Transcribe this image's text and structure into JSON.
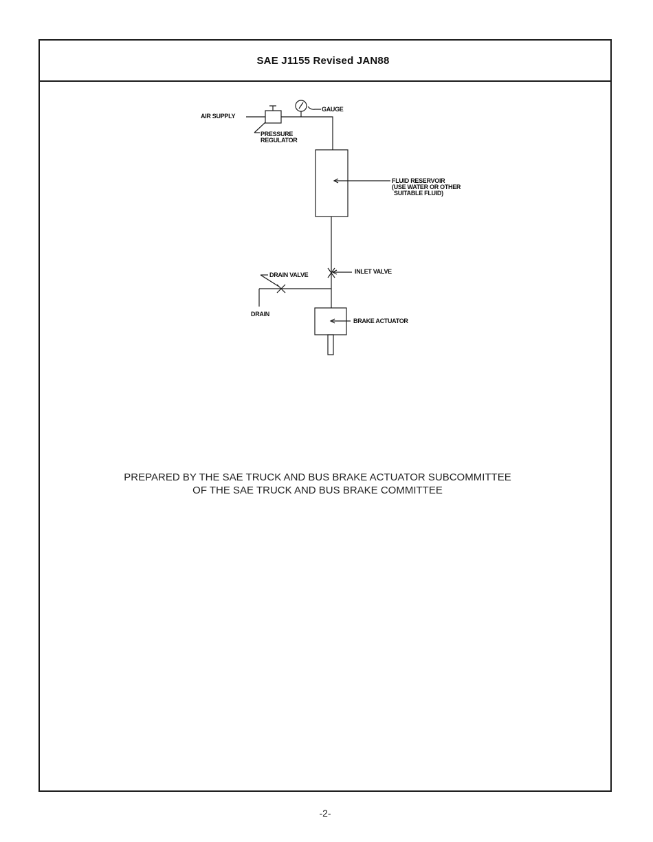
{
  "header": {
    "title": "SAE J1155 Revised JAN88"
  },
  "diagram": {
    "labels": {
      "air_supply": "AIR SUPPLY",
      "gauge": "GAUGE",
      "pressure_regulator_1": "PRESSURE",
      "pressure_regulator_2": "REGULATOR",
      "fluid_reservoir_1": "FLUID RESERVOIR",
      "fluid_reservoir_2": "(USE WATER OR OTHER",
      "fluid_reservoir_3": "SUITABLE FLUID)",
      "inlet_valve": "INLET VALVE",
      "drain_valve": "DRAIN VALVE",
      "drain": "DRAIN",
      "brake_actuator": "BRAKE ACTUATOR"
    }
  },
  "footer_note": {
    "line1": "PREPARED BY THE SAE TRUCK AND BUS BRAKE ACTUATOR SUBCOMMITTEE",
    "line2": "OF THE SAE TRUCK AND BUS BRAKE COMMITTEE"
  },
  "page_number": "-2-"
}
